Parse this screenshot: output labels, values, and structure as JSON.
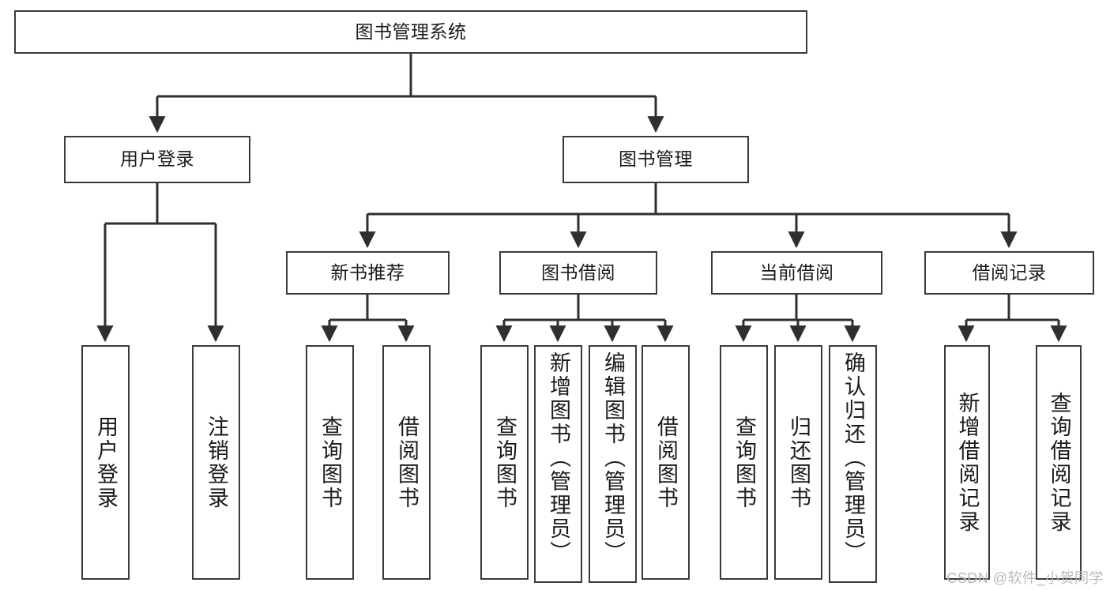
{
  "diagram": {
    "title": "图书管理系统",
    "type": "tree-hierarchy-chart",
    "root": {
      "label": "图书管理系统"
    },
    "level2": [
      {
        "label": "用户登录"
      },
      {
        "label": "图书管理"
      }
    ],
    "level3": [
      {
        "label": "新书推荐"
      },
      {
        "label": "图书借阅"
      },
      {
        "label": "当前借阅"
      },
      {
        "label": "借阅记录"
      }
    ],
    "leaves": {
      "user_login": [
        {
          "label": "用户登录"
        },
        {
          "label": "注销登录"
        }
      ],
      "new_book_recommend": [
        {
          "label": "查询图书"
        },
        {
          "label": "借阅图书"
        }
      ],
      "book_borrow": [
        {
          "label": "查询图书"
        },
        {
          "label": "新增图书（管理员）"
        },
        {
          "label": "编辑图书（管理员）"
        },
        {
          "label": "借阅图书"
        }
      ],
      "current_borrow": [
        {
          "label": "查询图书"
        },
        {
          "label": "归还图书"
        },
        {
          "label": "确认归还（管理员）"
        }
      ],
      "borrow_record": [
        {
          "label": "新增借阅记录"
        },
        {
          "label": "查询借阅记录"
        }
      ]
    }
  },
  "watermark": {
    "text": "CSDN @软件_小贺同学"
  },
  "colors": {
    "stroke": "#3a3a3a",
    "fill": "#ffffff",
    "text": "#1b1b1b",
    "watermark": "#b9b9b9"
  }
}
